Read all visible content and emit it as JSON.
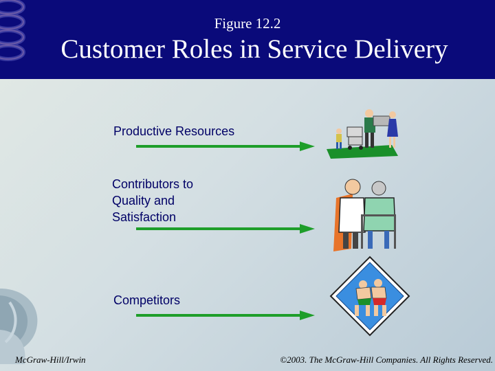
{
  "header": {
    "figure_label": "Figure 12.2",
    "title": "Customer Roles in Service Delivery"
  },
  "roles": [
    {
      "label_lines": [
        "Productive Resources"
      ],
      "icon": "customers-with-shopping-carts-clipart"
    },
    {
      "label_lines": [
        "Contributors to",
        "Quality and",
        "Satisfaction"
      ],
      "icon": "doctor-and-patient-clipart"
    },
    {
      "label_lines": [
        "Competitors"
      ],
      "icon": "wrestlers-clipart"
    }
  ],
  "footer": {
    "publisher": "McGraw-Hill/Irwin",
    "copyright": "©2003. The McGraw-Hill Companies. All Rights Reserved."
  },
  "colors": {
    "header_bg": "#0a0a7a",
    "text": "#000066",
    "arrow": "#1e9e2a"
  }
}
